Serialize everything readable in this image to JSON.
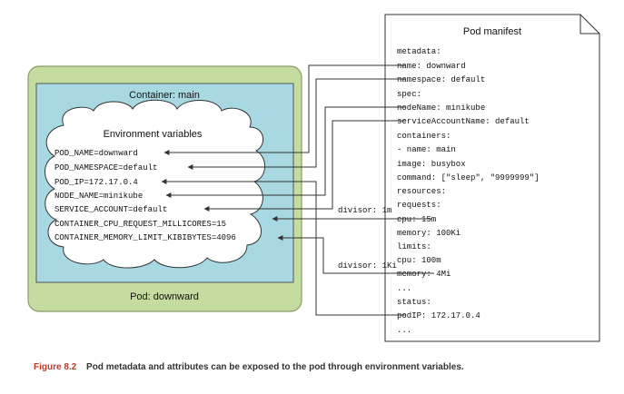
{
  "pod": {
    "label": "Pod: downward",
    "container_label": "Container: main",
    "env_title": "Environment variables",
    "env_vars": [
      "POD_NAME=downward",
      "POD_NAMESPACE=default",
      "POD_IP=172.17.0.4",
      "NODE_NAME=minikube",
      "SERVICE_ACCOUNT=default",
      "CONTAINER_CPU_REQUEST_MILLICORES=15",
      "CONTAINER_MEMORY_LIMIT_KIBIBYTES=4096"
    ]
  },
  "manifest": {
    "title": "Pod manifest",
    "lines": [
      "metadata:",
      "  name: downward",
      "  namespace: default",
      "spec:",
      "  nodeName: minikube",
      "  serviceAccountName: default",
      "  containers:",
      "  - name: main",
      "    image: busybox",
      "    command: [\"sleep\", \"9999999\"]",
      "    resources:",
      "      requests:",
      "        cpu: 15m",
      "        memory: 100Ki",
      "      limits:",
      "        cpu: 100m",
      "        memory: 4Mi",
      "  ...",
      "status:",
      "  podIP: 172.17.0.4",
      "  ..."
    ]
  },
  "annotations": {
    "divisor_cpu": "divisor: 1m",
    "divisor_memory": "divisor: 1Ki"
  },
  "caption": {
    "figure": "Figure 8.2",
    "text": "Pod metadata and attributes can be exposed to the pod through environment variables."
  },
  "colors": {
    "pod_fill": "#c5dca0",
    "pod_stroke": "#8a9a6a",
    "container_fill": "#a8d8e2",
    "caption_accent": "#c0392b"
  }
}
